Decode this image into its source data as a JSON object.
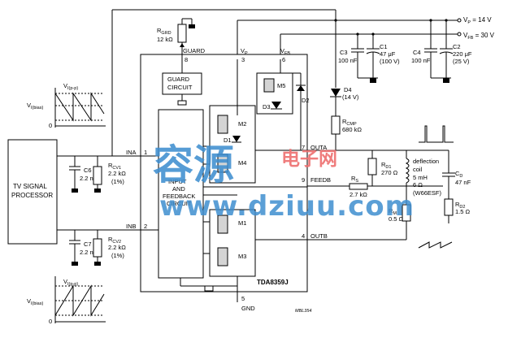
{
  "rails": {
    "vp": "V",
    "vp_sub": "P",
    "vp_value": " = 14 V",
    "vfb": "V",
    "vfb_sub": "FB",
    "vfb_value": " = 30 V"
  },
  "ic": {
    "name": "TDA8359J",
    "pins": {
      "p1": "1",
      "p2": "2",
      "p3": "3",
      "p4": "4",
      "p5": "5",
      "p6": "6",
      "p7": "7",
      "p8": "8",
      "p9": "9"
    },
    "pin_names": {
      "guard": "GUARD",
      "vp": "V",
      "vp_sub": "P",
      "vfb": "V",
      "vfb_sub": "FB",
      "ina": "INA",
      "inb": "INB",
      "outa": "OUTA",
      "outb": "OUTB",
      "feedb": "FEEDB",
      "gnd": "GND"
    },
    "blocks": {
      "guard_circuit": [
        "GUARD",
        "CIRCUIT"
      ],
      "input_feedback": [
        "INPUT",
        "AND",
        "FEEDBACK",
        "CIRCUIT"
      ]
    },
    "devices": {
      "m1": "M1",
      "m2": "M2",
      "m3": "M3",
      "m4": "M4",
      "m5": "M5",
      "d1": "D1",
      "d2": "D2",
      "d3": "D3"
    }
  },
  "source": [
    "TV SIGNAL",
    "PROCESSOR"
  ],
  "components": {
    "rgrd": [
      "R",
      "GRD",
      "12 kΩ"
    ],
    "rcv1": [
      "R",
      "CV1",
      "2.2 kΩ",
      "(1%)"
    ],
    "rcv2": [
      "R",
      "CV2",
      "2.2 kΩ",
      "(1%)"
    ],
    "c6": [
      "C6",
      "2.2 nF"
    ],
    "c7": [
      "C7",
      "2.2 nF"
    ],
    "c1": [
      "C1",
      "47 μF",
      "(100 V)"
    ],
    "c2": [
      "C2",
      "220 μF",
      "(25 V)"
    ],
    "c3": [
      "C3",
      "100 nF"
    ],
    "c4": [
      "C4",
      "100 nF"
    ],
    "d4": [
      "D4",
      "(14 V)"
    ],
    "rcmp": [
      "R",
      "CMP",
      "680 kΩ"
    ],
    "rd1": [
      "R",
      "D1",
      "270 Ω"
    ],
    "rs": [
      "R",
      "S",
      "2.7 kΩ"
    ],
    "rm": [
      "R",
      "M",
      "0.5 Ω"
    ],
    "rd2": [
      "R",
      "D2",
      "1.5 Ω"
    ],
    "cd": [
      "C",
      "D",
      "47 nF"
    ],
    "coil": [
      "deflection",
      "coil",
      "5 mH",
      "6 Ω",
      "(W66ESF)"
    ]
  },
  "waveforms": {
    "top_label": "V",
    "top_label_sub": "I(p-p)",
    "top_bias": "V",
    "top_bias_sub": "I(bias)",
    "top_zero": "0",
    "bottom_label": "V",
    "bottom_label_sub": "I(p-p)",
    "bottom_bias": "V",
    "bottom_bias_sub": "I(bias)",
    "bottom_zero": "0"
  },
  "figure_code": "MBL354",
  "watermark": {
    "chinese_large": "容源",
    "chinese_small": "电子网",
    "url": "www.dziuu.com"
  }
}
